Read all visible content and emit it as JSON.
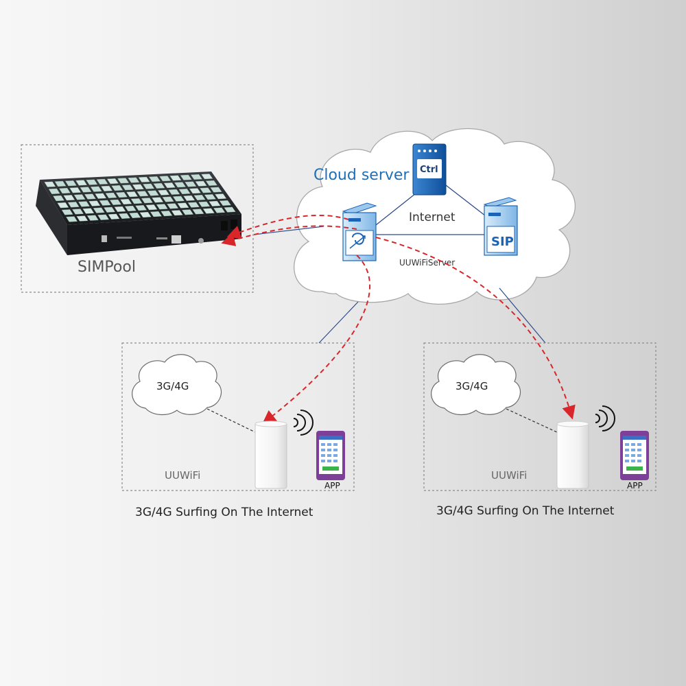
{
  "simpool": {
    "label": "SIMPool"
  },
  "cloud": {
    "title": "Cloud server",
    "internet_label": "Internet",
    "ctrl_label": "Ctrl",
    "sip_label": "SIP",
    "server_label": "UUWiFiServer"
  },
  "sites": [
    {
      "cloud_label": "3G/4G",
      "device_label": "UUWiFi",
      "app_label": "APP",
      "caption": "3G/4G Surfing On The Internet"
    },
    {
      "cloud_label": "3G/4G",
      "device_label": "UUWiFi",
      "app_label": "APP",
      "caption": "3G/4G Surfing On The Internet"
    }
  ],
  "colors": {
    "title_blue": "#1f6fb8",
    "server_blue": "#1a63b6",
    "arrow_red": "#d8262a",
    "link_line": "#2c4a8a",
    "dashed_box": "#8a8a8a"
  }
}
